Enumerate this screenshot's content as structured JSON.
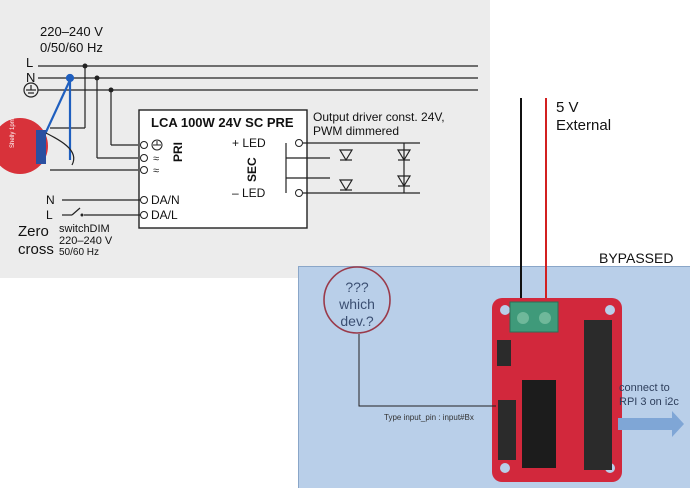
{
  "supply": {
    "voltage": "220–240 V",
    "frequency": "0/50/60 Hz",
    "line_L": "L",
    "line_N": "N"
  },
  "driver": {
    "name": "LCA 100W 24V SC PRE",
    "pri": "PRI",
    "sec": "SEC",
    "led_plus": "+ LED",
    "led_minus": "– LED",
    "dan": "DA/N",
    "dal": "DA/L",
    "pri_sym_a": "≈",
    "pri_sym_b": "≈"
  },
  "output_note": {
    "line1": "Output driver const.  24V,",
    "line2": "PWM dimmered"
  },
  "dim_input": {
    "n": "N",
    "l": "L",
    "switch": "switchDIM",
    "voltage": "220–240 V",
    "frequency": "50/60 Hz"
  },
  "zero_cross": {
    "line1": "Zero",
    "line2": "cross"
  },
  "shelly_label": "Shelly 1pm",
  "external": {
    "line1": "5 V",
    "line2": "External"
  },
  "bypassed": "BYPASSED",
  "unknown": {
    "line1": "???",
    "line2": "which",
    "line3": "dev.?"
  },
  "input_type": "Type input_pin : input#Bx",
  "rpi": {
    "line1": "connect to",
    "line2": "RPI 3 on i2c"
  },
  "colors": {
    "wire_blue": "#1f5fbf",
    "wire_red": "#d22020",
    "board_red": "#d2283c",
    "panel_blue": "#b9cfe9",
    "arrow_blue": "#6f9bd1"
  }
}
